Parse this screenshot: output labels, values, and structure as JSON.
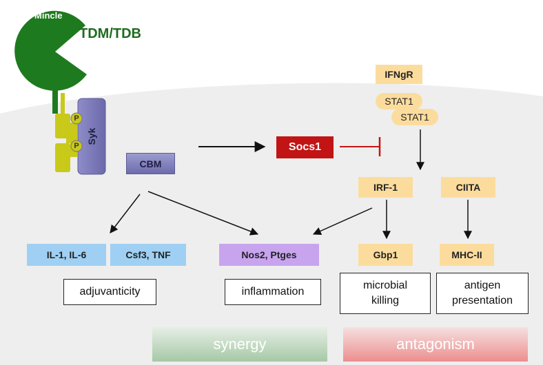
{
  "receptor": {
    "name": "Mincle",
    "ligand": "TDM/TDB"
  },
  "kinase": {
    "name": "Syk",
    "phospho": "P"
  },
  "adaptor": "CBM",
  "inhibitor": "Socs1",
  "ifn_pathway": {
    "receptor": "IFNgR",
    "stat": [
      "STAT1",
      "STAT1"
    ],
    "transcription_factors": [
      "IRF-1",
      "CIITA"
    ]
  },
  "genes": {
    "cytokines_a": "IL-1, IL-6",
    "cytokines_b": "Csf3, TNF",
    "enzymes": "Nos2, Ptges",
    "gbp": "Gbp1",
    "mhc": "MHC-II"
  },
  "outcomes": {
    "adjuvanticity": "adjuvanticity",
    "inflammation": "inflammation",
    "microbial_killing": "microbial\nkilling",
    "antigen_presentation": "antigen\npresentation"
  },
  "bands": {
    "synergy": "synergy",
    "antagonism": "antagonism"
  },
  "colors": {
    "mincle_green": "#1e7a1e",
    "syk_purple": "#7d7bb8",
    "itam_yellow": "#c9c91a",
    "inhibition_red": "#c21414",
    "synergy_green": "#9cc39c",
    "antagonism_red": "#e88a8a"
  }
}
